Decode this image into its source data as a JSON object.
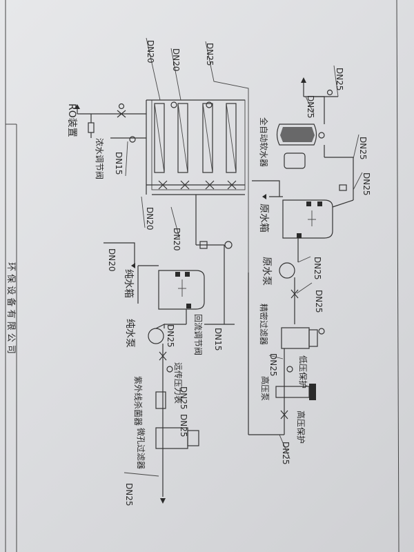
{
  "labels": {
    "dn20": "DN20",
    "dn25": "DN25",
    "dn15": "DN15",
    "ro": "RO装置",
    "conc_valve": "浓水调节阀",
    "auto_softener": "全自动软水器",
    "raw_tank": "原水箱",
    "raw_pump": "原水泵",
    "fine_filter": "精密过滤器",
    "low_protect": "低压保护",
    "high_pump": "高压泵",
    "high_protect": "高压保护",
    "pure_tank": "纯水箱",
    "pure_pump": "纯水泵",
    "return_valve": "回流调节阀",
    "remote_pressure": "远传压力表",
    "uv": "紫外线杀菌器",
    "micro_filter": "微孔过滤器",
    "footer_text": "环 保 设 备 有 限 公 司"
  }
}
